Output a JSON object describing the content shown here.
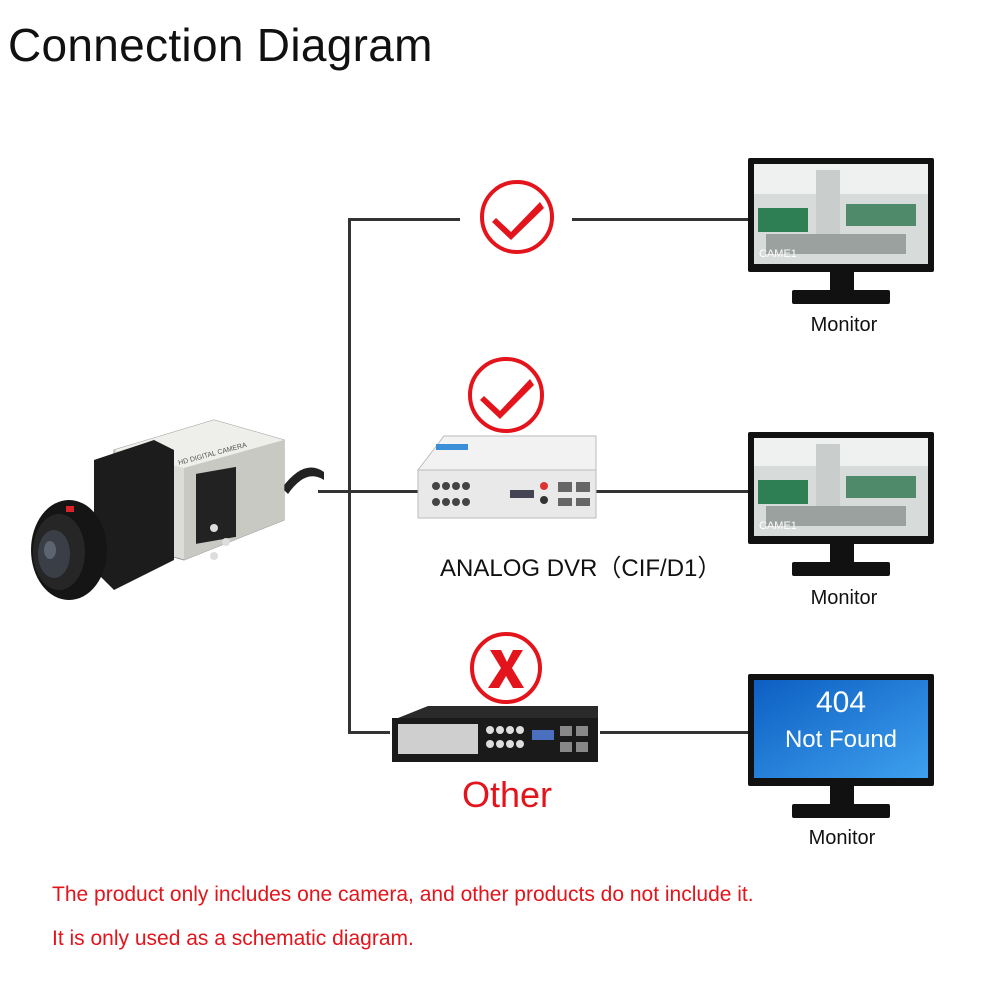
{
  "title": "Connection Diagram",
  "monitors": [
    {
      "label": "Monitor",
      "screen_caption": "CAME1",
      "status": "check"
    },
    {
      "label": "Monitor",
      "screen_caption": "CAME1",
      "status": "check"
    },
    {
      "label": "Monitor",
      "screen_code": "404",
      "screen_message": "Not Found",
      "status": "cross"
    }
  ],
  "dvr_label": "ANALOG DVR（CIF/D1）",
  "other_label": "Other",
  "notes": [
    "The product only includes one camera,  and other products do not include it.",
    "It is only used as a schematic diagram."
  ],
  "colors": {
    "accent_red": "#e3141b",
    "line": "#333333",
    "screen_blue": "#1a78d6"
  }
}
